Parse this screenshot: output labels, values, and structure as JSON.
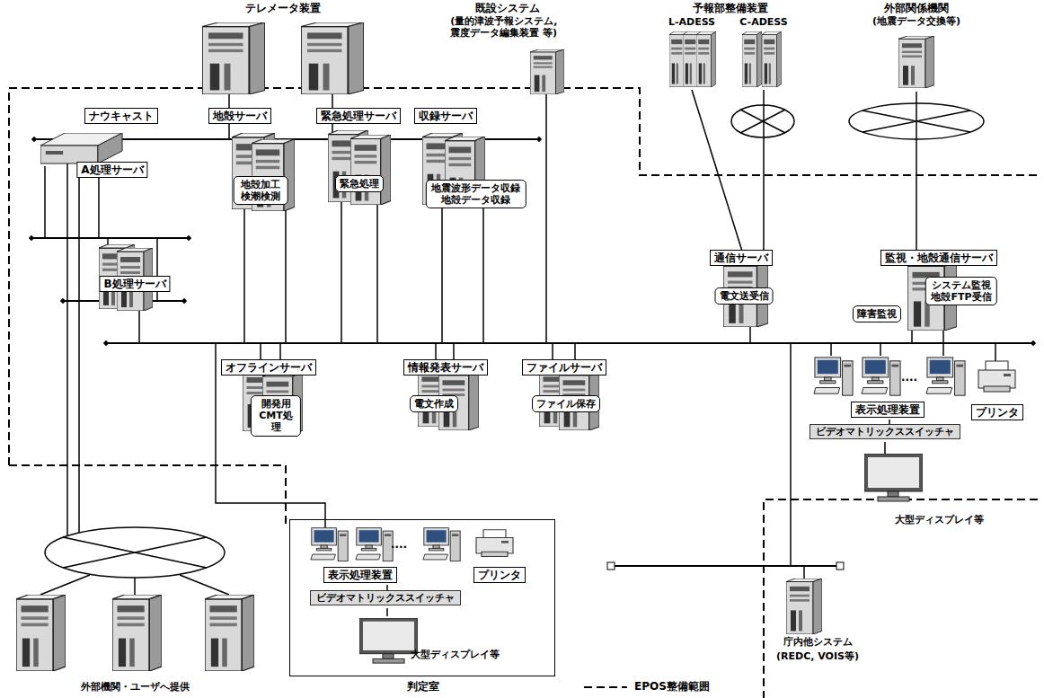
{
  "diagram": {
    "nodes": [
      {
        "text": [
          "テレメータ装置"
        ]
      },
      {
        "text": [
          "既設システム",
          "(量的津波予報システム, 震度データ編集装置 等)"
        ]
      },
      {
        "text": [
          "予報部整備装置"
        ]
      },
      {
        "text": [
          "L-ADESS"
        ],
        "in": 2
      },
      {
        "text": [
          "C-ADESS"
        ],
        "in": 2
      },
      {
        "text": [
          "外部関係機関",
          "(地震データ交換等)"
        ]
      },
      {
        "text": [
          "ナウキャスト"
        ]
      },
      {
        "text": [
          "A処理サーバ"
        ]
      },
      {
        "text": [
          "B処理サーバ"
        ]
      },
      {
        "text": [
          "地殻サーバ",
          "地殻加工 検潮検測"
        ]
      },
      {
        "text": [
          "緊急処理サーバ",
          "緊急処理"
        ]
      },
      {
        "text": [
          "収録サーバ",
          "地震波形データ収録 地殻データ収録"
        ]
      },
      {
        "text": [
          "通信サーバ",
          "電文送受信"
        ]
      },
      {
        "text": [
          "監視・地殻通信サーバ",
          "システム監視 地殻FTP受信",
          "障害監視"
        ]
      },
      {
        "text": [
          "オフラインサーバ",
          "開発用 CMT処理"
        ]
      },
      {
        "text": [
          "情報発表サーバ",
          "電文作成"
        ]
      },
      {
        "text": [
          "ファイルサーバ",
          "ファイル保存"
        ]
      },
      {
        "text": [
          "表示処理装置"
        ]
      },
      {
        "text": [
          "プリンタ"
        ]
      },
      {
        "text": [
          "ビデオマトリックススイッチャ"
        ]
      },
      {
        "text": [
          "大型ディスプレイ等"
        ]
      },
      {
        "text": [
          "判定室"
        ]
      },
      {
        "text": [
          "表示処理装置"
        ],
        "in": 21
      },
      {
        "text": [
          "プリンタ"
        ],
        "in": 21
      },
      {
        "text": [
          "ビデオマトリックススイッチャ"
        ],
        "in": 21
      },
      {
        "text": [
          "大型ディスプレイ等"
        ],
        "in": 21
      },
      {
        "text": [
          "庁内他システム",
          "(REDC, VOIS等)"
        ]
      },
      {
        "text": [
          "外部機関・ユーザへ提供"
        ]
      }
    ],
    "edges": [
      {
        "from": 3,
        "to": 12,
        "arrow": "none"
      },
      {
        "from": 4,
        "to": 12,
        "arrow": "none"
      },
      {
        "from": 5,
        "to": 13,
        "arrow": "none"
      },
      {
        "from": 17,
        "to": 19,
        "arrow": "none"
      },
      {
        "from": 19,
        "to": 20,
        "arrow": "none"
      },
      {
        "from": 22,
        "to": 24,
        "arrow": "none"
      },
      {
        "from": 24,
        "to": 25,
        "arrow": "none"
      }
    ],
    "labels": [
      "....",
      "...."
    ],
    "legend": [
      {
        "text": "EPOS整備範囲"
      }
    ]
  }
}
